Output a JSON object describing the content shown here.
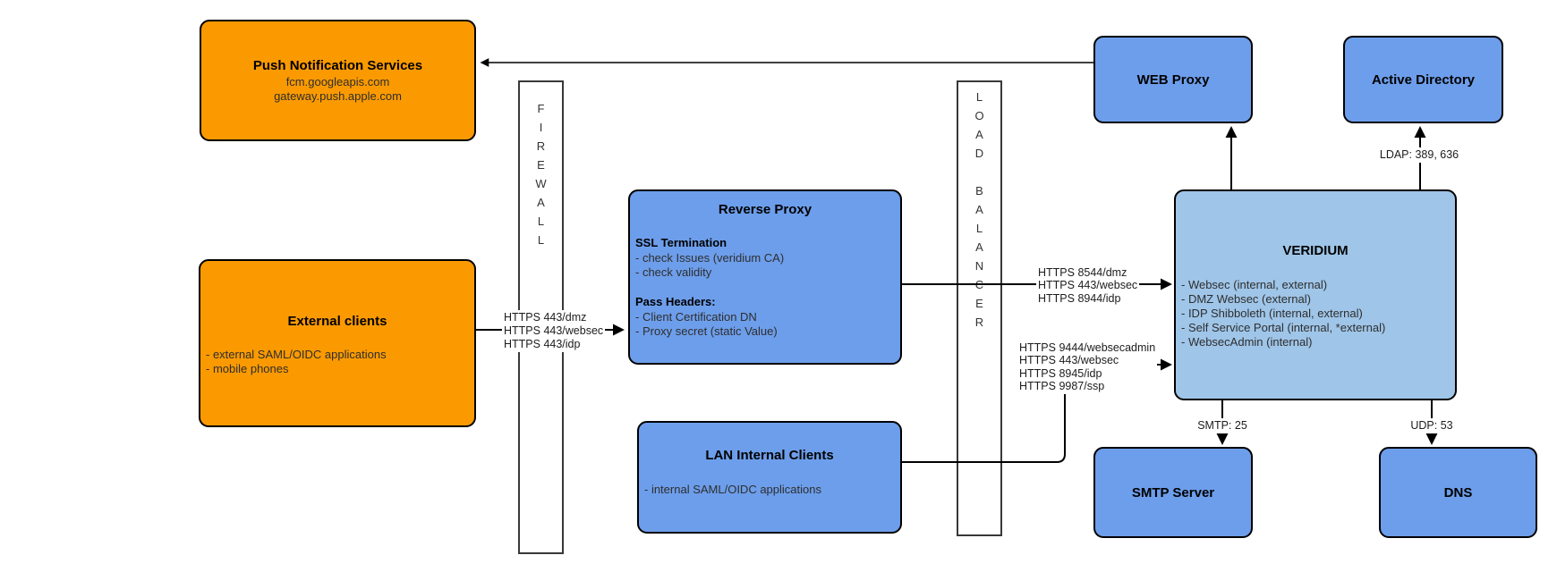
{
  "diagram": {
    "colors": {
      "orange_fill": "#fb9a00",
      "blue_fill": "#6d9eeb",
      "light_blue_fill": "#9fc5e8",
      "border": "#000000",
      "line": "#000000",
      "background": "#ffffff"
    },
    "nodes": {
      "push": {
        "title": "Push Notification Services",
        "lines": [
          "fcm.googleapis.com",
          "gateway.push.apple.com"
        ]
      },
      "external": {
        "title": "External clients",
        "items": [
          "- external SAML/OIDC applications",
          "- mobile phones"
        ]
      },
      "firewall": {
        "label": "FIREWALL"
      },
      "reverse_proxy": {
        "title": "Reverse Proxy",
        "section1_heading": "SSL Termination",
        "section1_items": [
          "- check Issues (veridium CA)",
          "- check validity"
        ],
        "section2_heading": "Pass Headers:",
        "section2_items": [
          "- Client Certification DN",
          "- Proxy secret (static Value)"
        ]
      },
      "load_balancer": {
        "label": "LOAD BALANCER"
      },
      "lan": {
        "title": "LAN Internal Clients",
        "items": [
          "- internal SAML/OIDC applications"
        ]
      },
      "web_proxy": {
        "title": "WEB Proxy"
      },
      "active_directory": {
        "title": "Active Directory"
      },
      "veridium": {
        "title": "VERIDIUM",
        "items": [
          "- Websec (internal, external)",
          "- DMZ Websec (external)",
          "- IDP Shibboleth (internal, external)",
          "- Self Service Portal (internal, *external)",
          "- WebsecAdmin (internal)"
        ]
      },
      "smtp": {
        "title": "SMTP Server"
      },
      "dns": {
        "title": "DNS"
      }
    },
    "edge_labels": {
      "external_to_reverse_proxy": [
        "HTTPS 443/dmz",
        "HTTPS 443/websec",
        "HTTPS 443/idp"
      ],
      "reverse_proxy_to_veridium": [
        "HTTPS 8544/dmz",
        "HTTPS 443/websec",
        "HTTPS 8944/idp"
      ],
      "lan_to_veridium": [
        "HTTPS 9444/websecadmin",
        "HTTPS 443/websec",
        "HTTPS 8945/idp",
        "HTTPS 9987/ssp"
      ],
      "veridium_to_active_directory": "LDAP: 389, 636",
      "veridium_to_smtp": "SMTP: 25",
      "veridium_to_dns": "UDP: 53"
    }
  }
}
